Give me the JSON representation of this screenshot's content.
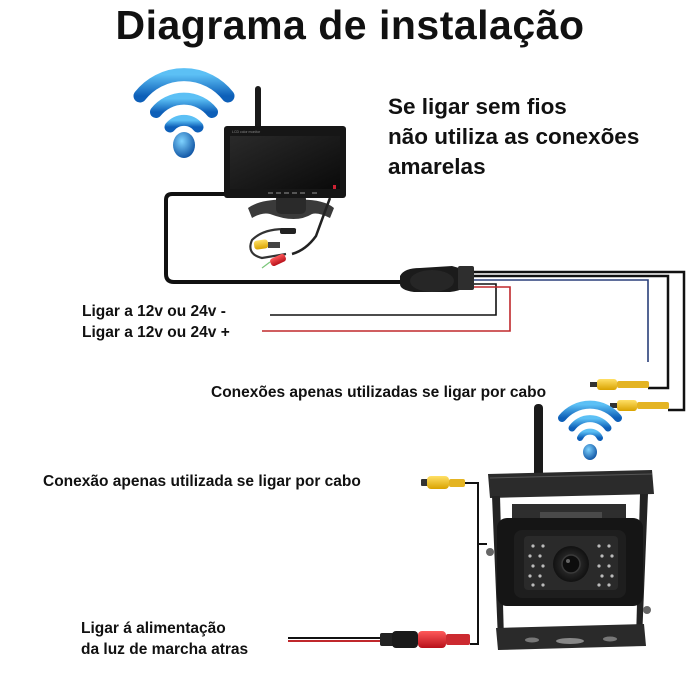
{
  "title": "Diagrama de instalação",
  "wireless_note": {
    "lines": [
      "Se ligar sem fios",
      "não utiliza as conexões",
      "amarelas"
    ]
  },
  "labels": {
    "power_negative": "Ligar a 12v ou 24v -",
    "power_positive": "Ligar a 12v ou 24v +",
    "monitor_cable_connections": "Conexões apenas utilizadas se ligar por cabo",
    "camera_cable_connection": "Conexão apenas utilizada se ligar por cabo",
    "reverse_light_line1": "Ligar á alimentação",
    "reverse_light_line2": "da luz de marcha atras"
  },
  "components": {
    "monitor": "wireless-monitor",
    "camera": "wireless-backup-camera",
    "wifi_icons": [
      "wifi-icon-monitor",
      "wifi-icon-camera"
    ]
  },
  "colors": {
    "wifi_blue": "#1e88d8",
    "wire_black": "#111111",
    "wire_red": "#c0282c",
    "wire_blue": "#2a3f7a",
    "rca_yellow": "#f2c21a",
    "plug_red": "#e0242c"
  }
}
